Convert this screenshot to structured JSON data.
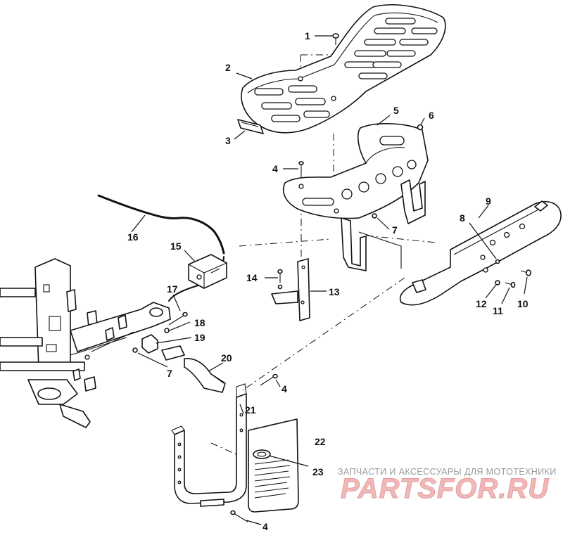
{
  "callouts": {
    "c1": "1",
    "c2": "2",
    "c3": "3",
    "c4a": "4",
    "c4b": "4",
    "c4c": "4",
    "c5": "5",
    "c6": "6",
    "c7a": "7",
    "c7b": "7",
    "c8": "8",
    "c9": "9",
    "c10": "10",
    "c11": "11",
    "c12": "12",
    "c13": "13",
    "c14": "14",
    "c15": "15",
    "c16": "16",
    "c17": "17",
    "c18": "18",
    "c19": "19",
    "c20": "20",
    "c21": "21",
    "c22": "22",
    "c23": "23"
  },
  "watermark": {
    "tagline": "ЗАПЧАСТИ И АКСЕССУАРЫ ДЛЯ МОТОТЕХНИКИ",
    "brand": "PARTSFOR.RU"
  }
}
